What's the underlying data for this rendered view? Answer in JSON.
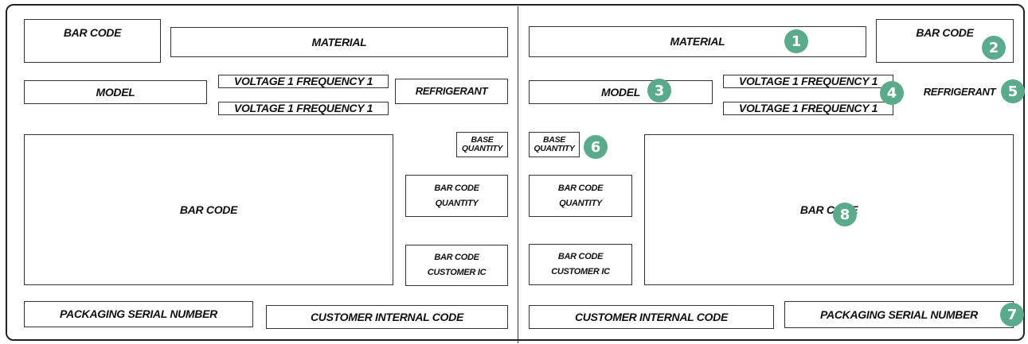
{
  "colors": {
    "badge": "#5aab8b",
    "outline": "#333333"
  },
  "left_panel": {
    "bar_code_top": "BAR CODE",
    "material": "MATERIAL",
    "model": "MODEL",
    "voltage_frequency_1": "VOLTAGE 1 FREQUENCY 1",
    "voltage_frequency_2": "VOLTAGE 1 FREQUENCY 1",
    "refrigerant": "REFRIGERANT",
    "base_quantity_line1": "BASE",
    "base_quantity_line2": "QUANTITY",
    "bar_code_main": "BAR CODE",
    "bar_code_quantity_line1": "BAR CODE",
    "bar_code_quantity_line2": "QUANTITY",
    "bar_code_customer_line1": "BAR CODE",
    "bar_code_customer_line2": "CUSTOMER IC",
    "packaging_serial_number": "PACKAGING SERIAL NUMBER",
    "customer_internal_code": "CUSTOMER INTERNAL CODE"
  },
  "right_panel": {
    "material": "MATERIAL",
    "bar_code_top": "BAR CODE",
    "model": "MODEL",
    "voltage_frequency_1": "VOLTAGE 1 FREQUENCY 1",
    "voltage_frequency_2": "VOLTAGE 1 FREQUENCY 1",
    "refrigerant": "REFRIGERANT",
    "base_quantity_line1": "BASE",
    "base_quantity_line2": "QUANTITY",
    "bar_code_quantity_line1": "BAR CODE",
    "bar_code_quantity_line2": "QUANTITY",
    "bar_code_customer_line1": "BAR CODE",
    "bar_code_customer_line2": "CUSTOMER IC",
    "bar_code_main": "BAR CODE",
    "customer_internal_code": "CUSTOMER INTERNAL CODE",
    "packaging_serial_number": "PACKAGING SERIAL NUMBER"
  },
  "badges": [
    "1",
    "2",
    "3",
    "4",
    "5",
    "6",
    "7",
    "8"
  ]
}
